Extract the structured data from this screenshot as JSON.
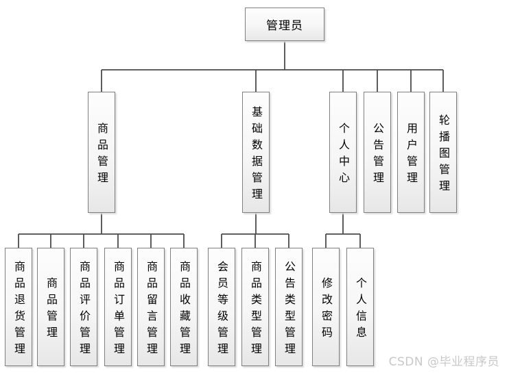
{
  "diagram": {
    "title_node": {
      "label": "管理员"
    },
    "level2": [
      {
        "label": "商品管理"
      },
      {
        "label": "基础数据管理"
      },
      {
        "label": "个人中心"
      },
      {
        "label": "公告管理"
      },
      {
        "label": "用户管理"
      },
      {
        "label": "轮播图管理"
      }
    ],
    "level3_product": [
      {
        "label": "商品退货管理"
      },
      {
        "label": "商品管理"
      },
      {
        "label": "商品评价管理"
      },
      {
        "label": "商品订单管理"
      },
      {
        "label": "商品留言管理"
      },
      {
        "label": "商品收藏管理"
      }
    ],
    "level3_basic": [
      {
        "label": "会员等级管理"
      },
      {
        "label": "商品类型管理"
      },
      {
        "label": "公告类型管理"
      }
    ],
    "level3_personal": [
      {
        "label": "修改密码"
      },
      {
        "label": "个人信息"
      }
    ]
  },
  "watermark": {
    "text": "CSDN @毕业程序员"
  },
  "colors": {
    "line": "#4a4a4a",
    "box_border": "#7f7f7f",
    "box_fill_top": "#fdfdfd",
    "box_fill_bottom": "#e7e7e7",
    "watermark": "#c8c8c8",
    "background": "#ffffff"
  }
}
